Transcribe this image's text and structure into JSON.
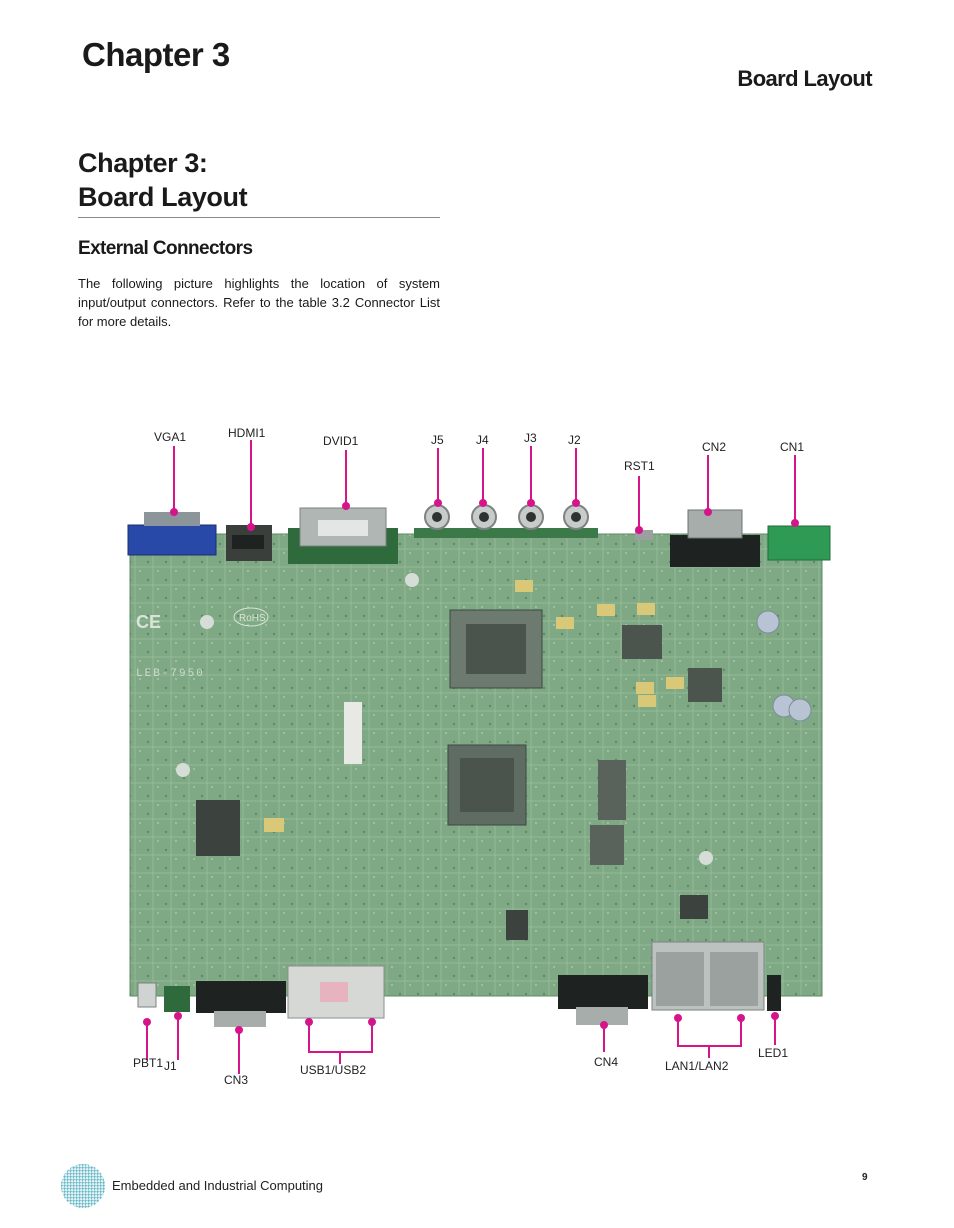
{
  "header": {
    "chapter": "Chapter 3",
    "section": "Board Layout"
  },
  "main": {
    "title_line1": "Chapter 3:",
    "title_line2": "Board Layout",
    "subheading": "External Connectors",
    "paragraph": "The following picture highlights the location of system input/output connectors.  Refer to the table 3.2 Connector List for more details."
  },
  "figure": {
    "top_labels": {
      "vga1": "VGA1",
      "hdmi1": "HDMI1",
      "dvid1": "DVID1",
      "j5": "J5",
      "j4": "J4",
      "j3": "J3",
      "j2": "J2",
      "rst1": "RST1",
      "cn2": "CN2",
      "cn1": "CN1"
    },
    "bottom_labels": {
      "pbt1": "PBT1",
      "j1": "J1",
      "cn3": "CN3",
      "usb": "USB1/USB2",
      "cn4": "CN4",
      "lan": "LAN1/LAN2",
      "led1": "LED1"
    },
    "board_text": {
      "model": "LEB-7950",
      "rohs": "RoHS",
      "ce": "CE"
    },
    "colors": {
      "pcb": "#7fa884",
      "callout": "#d6158a",
      "vga": "#2849a8"
    }
  },
  "footer": {
    "company_line": "Embedded and Industrial Computing",
    "page_number": "9"
  }
}
